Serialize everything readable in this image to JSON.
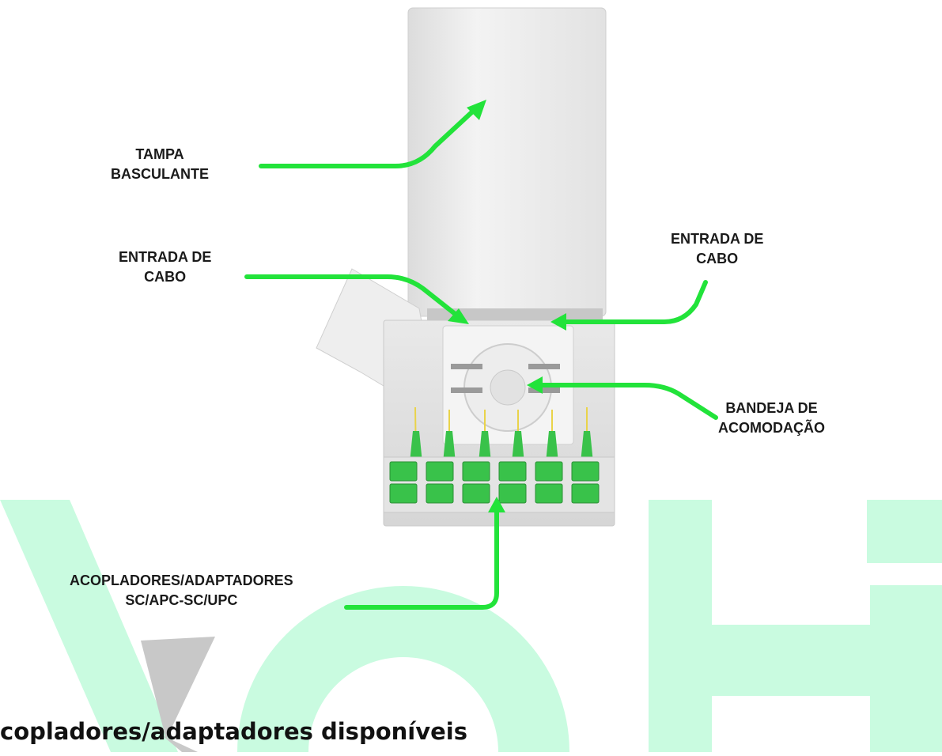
{
  "labels": {
    "tampa": {
      "line1": "TAMPA",
      "line2": "BASCULANTE"
    },
    "entrada_left": {
      "line1": "ENTRADA DE",
      "line2": "CABO"
    },
    "entrada_right": {
      "line1": "ENTRADA DE",
      "line2": "CABO"
    },
    "bandeja": {
      "line1": "BANDEJA DE",
      "line2": "ACOMODAÇÃO"
    },
    "acopladores": {
      "line1": "ACOPLADORES/ADAPTADORES",
      "line2": "SC/APC-SC/UPC"
    }
  },
  "footer_text": "copladores/adaptadores disponíveis",
  "colors": {
    "arrow": "#22e33a",
    "watermark": "#c9fbe0",
    "watermark_gray": "#c9c9c9",
    "adapter_green": "#39c24a",
    "box": "#ececec"
  },
  "device": {
    "adapter_columns": 6,
    "adapter_rows": 2
  }
}
